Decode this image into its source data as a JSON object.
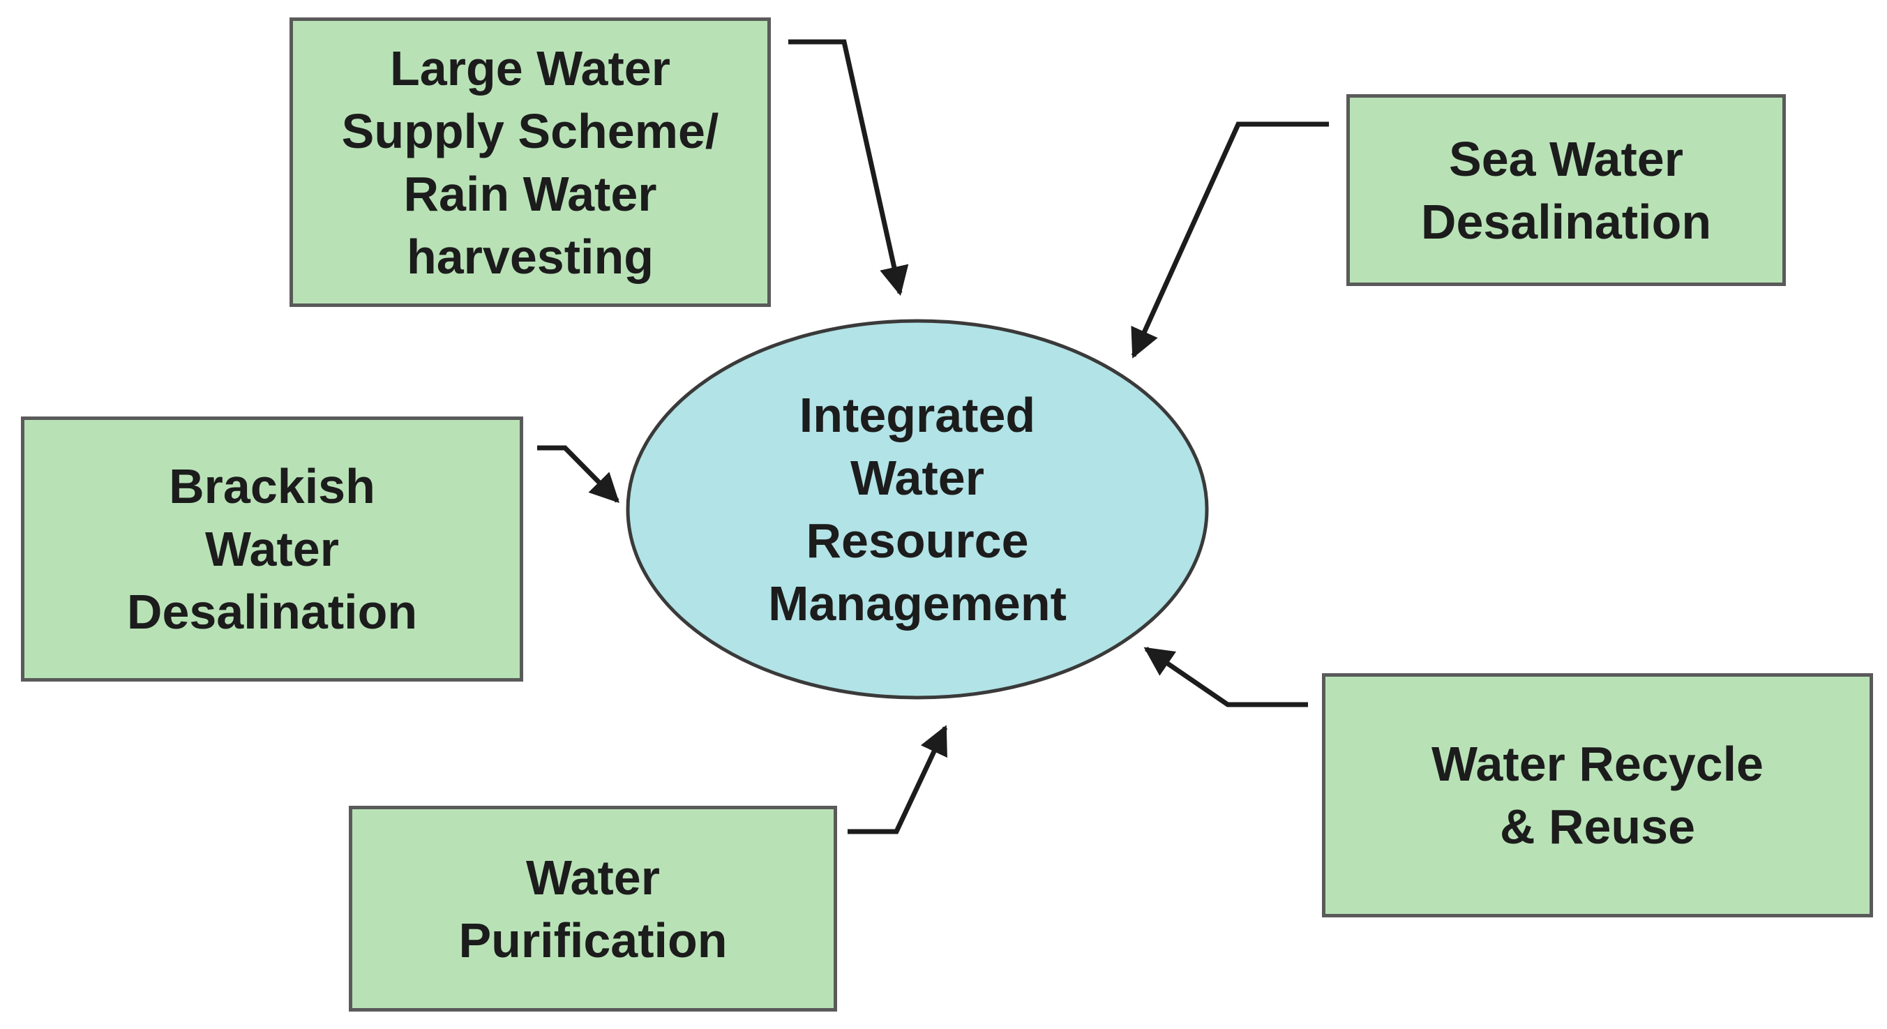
{
  "colors": {
    "box_fill": "#b8e2b6",
    "ellipse_fill": "#b2e3e6",
    "stroke": "#1c1c1c"
  },
  "center": {
    "label": "Integrated\nWater\nResource\nManagement"
  },
  "nodes": {
    "large_supply": {
      "label": "Large Water\nSupply Scheme/\nRain Water\nharvesting"
    },
    "sea_water": {
      "label": "Sea Water\nDesalination"
    },
    "brackish": {
      "label": "Brackish\nWater\nDesalination"
    },
    "purification": {
      "label": "Water\nPurification"
    },
    "recycle": {
      "label": "Water Recycle\n& Reuse"
    }
  },
  "edges": [
    {
      "from": "large_supply",
      "to": "center"
    },
    {
      "from": "sea_water",
      "to": "center"
    },
    {
      "from": "brackish",
      "to": "center"
    },
    {
      "from": "purification",
      "to": "center"
    },
    {
      "from": "recycle",
      "to": "center"
    }
  ]
}
